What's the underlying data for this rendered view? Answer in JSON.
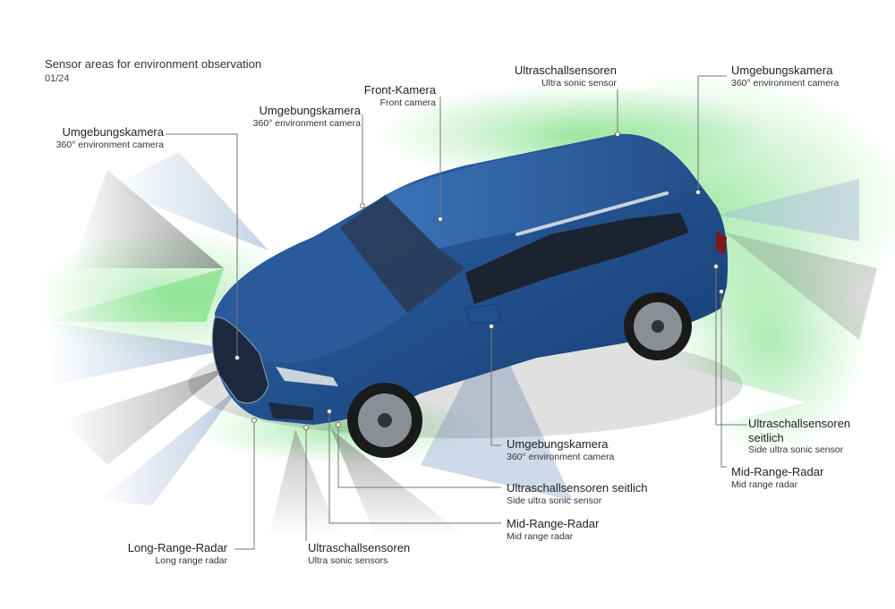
{
  "header": {
    "title": "Sensor areas for environment observation",
    "page": "01/24"
  },
  "labels": {
    "cam_left": {
      "de": "Umgebungskamera",
      "en": "360° environment camera"
    },
    "cam_mirror_top": {
      "de": "Umgebungskamera",
      "en": "360° environment camera"
    },
    "front_cam": {
      "de": "Front-Kamera",
      "en": "Front camera"
    },
    "us_roof": {
      "de": "Ultraschallsensoren",
      "en": "Ultra sonic sensor"
    },
    "cam_rear": {
      "de": "Umgebungskamera",
      "en": "360° environment camera"
    },
    "us_side_rear": {
      "de": "Ultraschallsensoren seitlich",
      "en": "Side ultra sonic sensor"
    },
    "mrr_rear": {
      "de": "Mid-Range-Radar",
      "en": "Mid range radar"
    },
    "cam_side": {
      "de": "Umgebungskamera",
      "en": "360° environment camera"
    },
    "us_side_front": {
      "de": "Ultraschallsensoren seitlich",
      "en": "Side ultra sonic sensor"
    },
    "mrr_front": {
      "de": "Mid-Range-Radar",
      "en": "Mid range radar"
    },
    "lrr": {
      "de": "Long-Range-Radar",
      "en": "Long range radar"
    },
    "us_front": {
      "de": "Ultraschallsensoren",
      "en": "Ultra sonic sensors"
    }
  },
  "colors": {
    "car_body": "#1f4f8e",
    "car_dark": "#12335e",
    "window": "#1b2330",
    "sensor_green": "#3fd04a",
    "sensor_blue": "#9fb6d6",
    "sensor_gray": "#8a8a8a",
    "leader_line": "#777777"
  }
}
